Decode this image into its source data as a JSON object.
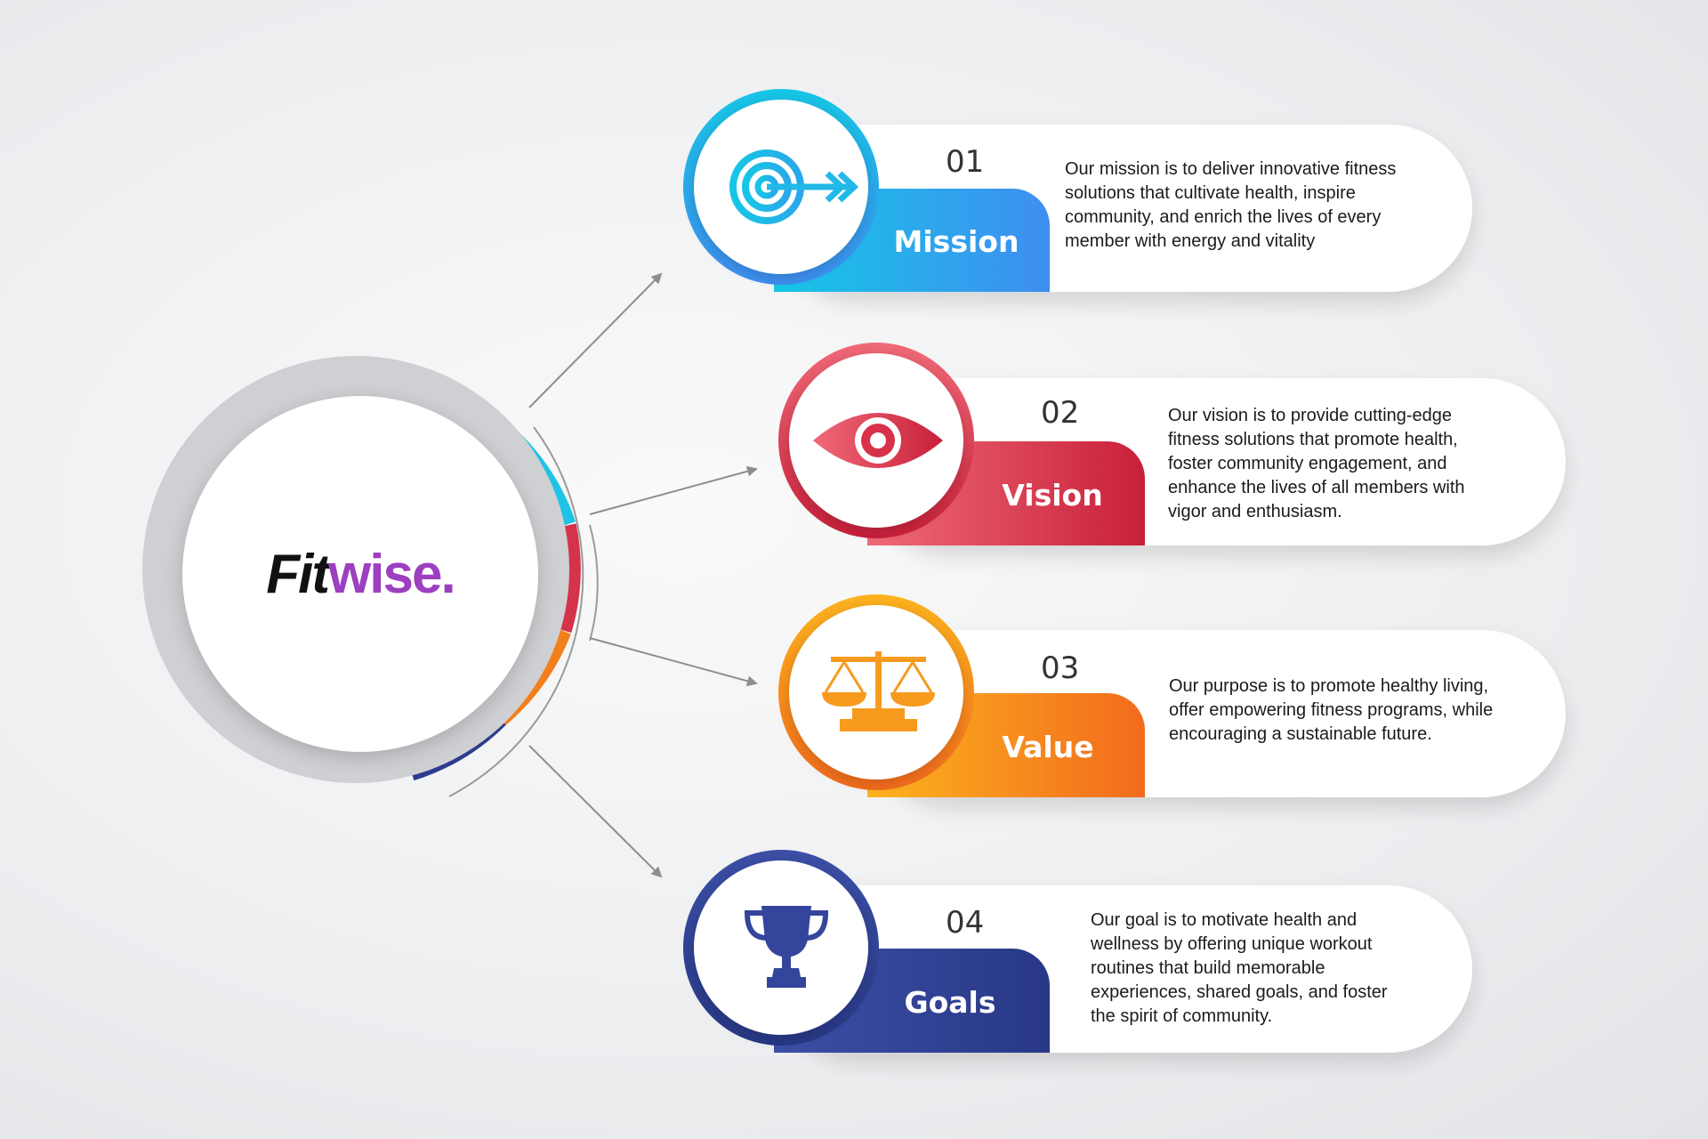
{
  "logo": {
    "part1": "Fit",
    "part2": "wise.",
    "part1_color": "#111111",
    "part2_color": "#9c3fc0"
  },
  "items": [
    {
      "number": "01",
      "label": "Mission",
      "icon": "target-arrow-icon",
      "color_a": "#16c6e6",
      "color_b": "#3f8ef0",
      "text": [
        "Our mission is to deliver innovative fitness",
        "solutions that cultivate health, inspire",
        "community, and enrich the lives of every",
        "member with energy and vitality"
      ]
    },
    {
      "number": "02",
      "label": "Vision",
      "icon": "eye-icon",
      "color_a": "#f06a78",
      "color_b": "#c8203a",
      "text": [
        "Our vision is to provide cutting-edge",
        "fitness solutions that promote health,",
        "foster community engagement, and",
        "enhance the lives of all members with",
        "vigor and enthusiasm."
      ]
    },
    {
      "number": "03",
      "label": "Value",
      "icon": "balance-scale-icon",
      "color_a": "#fcb31e",
      "color_b": "#f26b1d",
      "text": [
        "Our purpose is to promote healthy living,",
        "offer empowering fitness programs, while",
        "encouraging a sustainable future."
      ]
    },
    {
      "number": "04",
      "label": "Goals",
      "icon": "trophy-icon",
      "color_a": "#3c4fa6",
      "color_b": "#283886",
      "text": [
        "Our goal is to motivate health and",
        "wellness by offering unique workout",
        "routines that build memorable",
        "experiences, shared goals, and foster",
        "the spirit of community."
      ]
    }
  ]
}
